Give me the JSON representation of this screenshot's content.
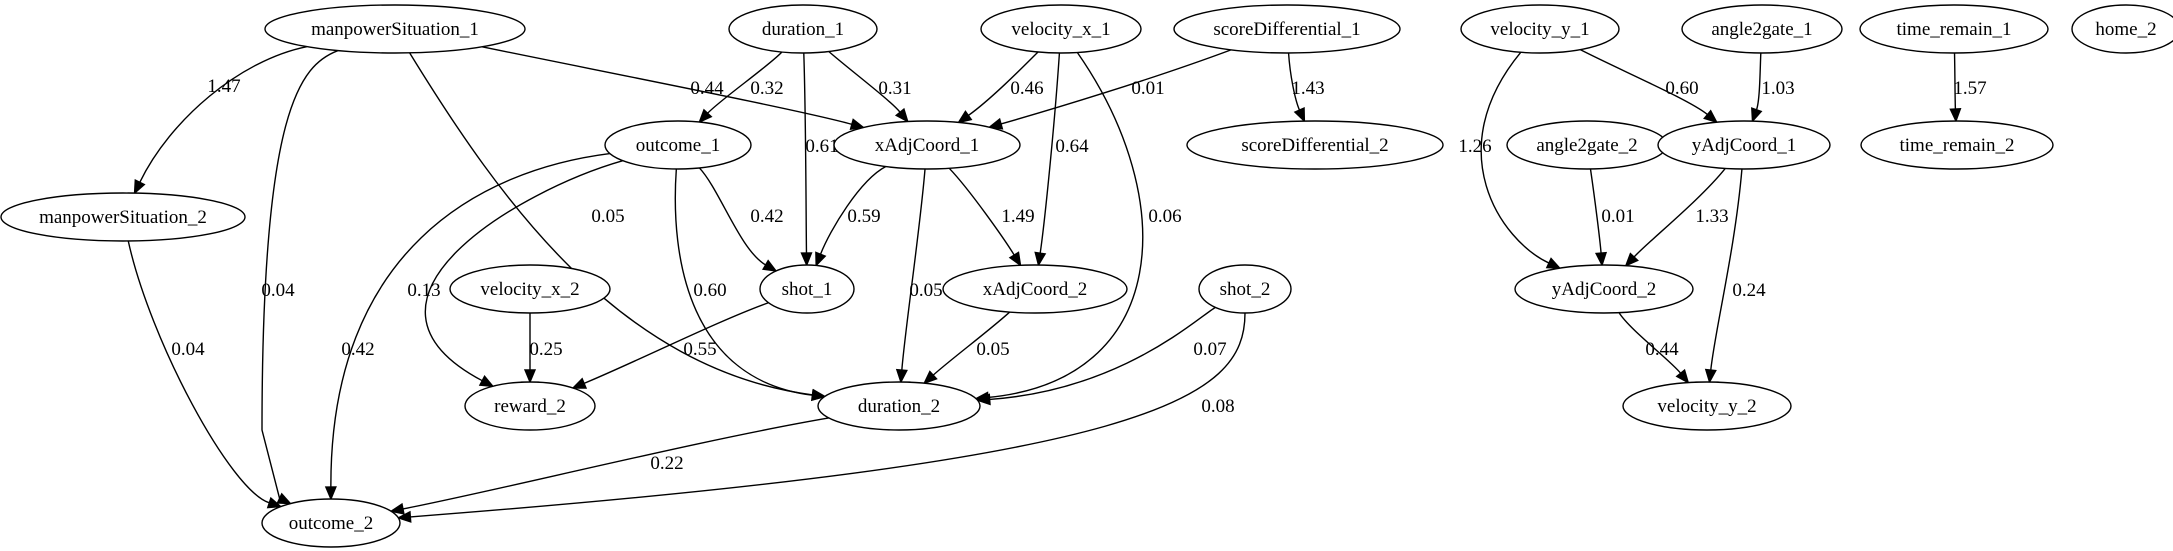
{
  "nodes": {
    "manpowerSituation_1": "manpowerSituation_1",
    "duration_1": "duration_1",
    "velocity_x_1": "velocity_x_1",
    "scoreDifferential_1": "scoreDifferential_1",
    "velocity_y_1": "velocity_y_1",
    "angle2gate_1": "angle2gate_1",
    "time_remain_1": "time_remain_1",
    "home_2": "home_2",
    "outcome_1": "outcome_1",
    "xAdjCoord_1": "xAdjCoord_1",
    "scoreDifferential_2": "scoreDifferential_2",
    "angle2gate_2": "angle2gate_2",
    "yAdjCoord_1": "yAdjCoord_1",
    "time_remain_2": "time_remain_2",
    "manpowerSituation_2": "manpowerSituation_2",
    "velocity_x_2": "velocity_x_2",
    "shot_1": "shot_1",
    "xAdjCoord_2": "xAdjCoord_2",
    "shot_2": "shot_2",
    "yAdjCoord_2": "yAdjCoord_2",
    "reward_2": "reward_2",
    "duration_2": "duration_2",
    "velocity_y_2": "velocity_y_2",
    "outcome_2": "outcome_2"
  },
  "edges": [
    {
      "from": "manpowerSituation_1",
      "to": "manpowerSituation_2",
      "weight": "1.47"
    },
    {
      "from": "manpowerSituation_1",
      "to": "outcome_2",
      "weight": "0.04"
    },
    {
      "from": "manpowerSituation_1",
      "to": "xAdjCoord_1",
      "weight": "0.44"
    },
    {
      "from": "manpowerSituation_1",
      "to": "duration_2",
      "weight": "0.05"
    },
    {
      "from": "duration_1",
      "to": "outcome_1",
      "weight": "0.32"
    },
    {
      "from": "duration_1",
      "to": "shot_1",
      "weight": "0.61"
    },
    {
      "from": "duration_1",
      "to": "xAdjCoord_1",
      "weight": "0.31"
    },
    {
      "from": "velocity_x_1",
      "to": "xAdjCoord_1",
      "weight": "0.46"
    },
    {
      "from": "velocity_x_1",
      "to": "xAdjCoord_2",
      "weight": "0.64"
    },
    {
      "from": "velocity_x_1",
      "to": "duration_2",
      "weight": "0.06"
    },
    {
      "from": "scoreDifferential_1",
      "to": "xAdjCoord_1",
      "weight": "0.01"
    },
    {
      "from": "scoreDifferential_1",
      "to": "scoreDifferential_2",
      "weight": "1.43"
    },
    {
      "from": "outcome_1",
      "to": "outcome_2",
      "weight": "0.42"
    },
    {
      "from": "outcome_1",
      "to": "reward_2",
      "weight": "0.13"
    },
    {
      "from": "outcome_1",
      "to": "shot_1",
      "weight": "0.42"
    },
    {
      "from": "outcome_1",
      "to": "duration_2",
      "weight": "0.60"
    },
    {
      "from": "xAdjCoord_1",
      "to": "shot_1",
      "weight": "0.59"
    },
    {
      "from": "xAdjCoord_1",
      "to": "duration_2",
      "weight": "0.05"
    },
    {
      "from": "xAdjCoord_1",
      "to": "xAdjCoord_2",
      "weight": "1.49"
    },
    {
      "from": "velocity_x_2",
      "to": "reward_2",
      "weight": "0.25"
    },
    {
      "from": "shot_1",
      "to": "reward_2",
      "weight": "0.55"
    },
    {
      "from": "xAdjCoord_2",
      "to": "duration_2",
      "weight": "0.05"
    },
    {
      "from": "shot_2",
      "to": "duration_2",
      "weight": "0.07"
    },
    {
      "from": "shot_2",
      "to": "outcome_2",
      "weight": "0.08"
    },
    {
      "from": "duration_2",
      "to": "outcome_2",
      "weight": "0.22"
    },
    {
      "from": "manpowerSituation_2",
      "to": "outcome_2",
      "weight": "0.04"
    },
    {
      "from": "velocity_y_1",
      "to": "yAdjCoord_2",
      "weight": "1.26"
    },
    {
      "from": "velocity_y_1",
      "to": "yAdjCoord_1",
      "weight": "0.60"
    },
    {
      "from": "angle2gate_1",
      "to": "yAdjCoord_1",
      "weight": "1.03"
    },
    {
      "from": "angle2gate_2",
      "to": "yAdjCoord_2",
      "weight": "0.01"
    },
    {
      "from": "yAdjCoord_1",
      "to": "yAdjCoord_2",
      "weight": "1.33"
    },
    {
      "from": "yAdjCoord_1",
      "to": "velocity_y_2",
      "weight": "0.24"
    },
    {
      "from": "yAdjCoord_2",
      "to": "velocity_y_2",
      "weight": "0.44"
    },
    {
      "from": "time_remain_1",
      "to": "time_remain_2",
      "weight": "1.57"
    }
  ]
}
